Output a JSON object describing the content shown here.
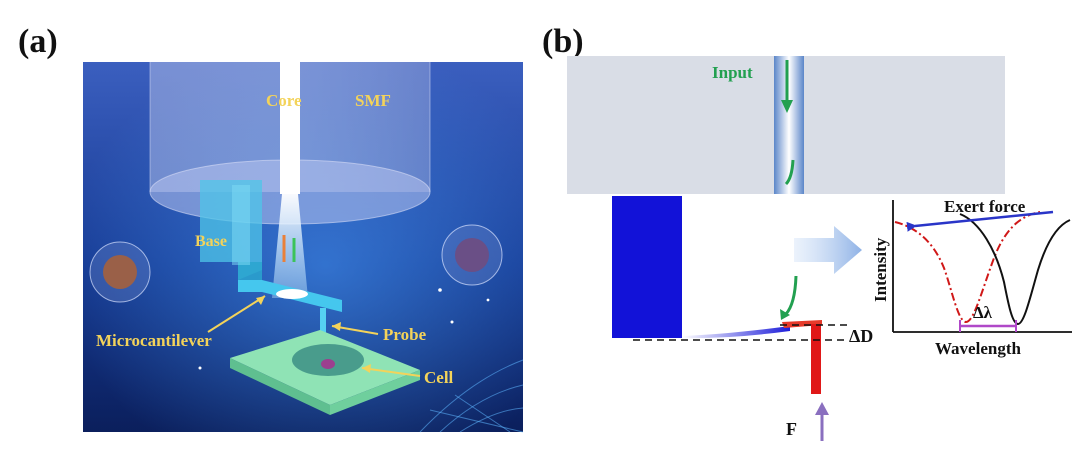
{
  "panels": {
    "a": {
      "label": "(a)",
      "labels": {
        "core": "Core",
        "smf": "SMF",
        "base": "Base",
        "microcantilever": "Microcantilever",
        "probe": "Probe",
        "cell": "Cell"
      }
    },
    "b": {
      "label": "(b)",
      "labels": {
        "input": "Input",
        "delta_d": "ΔD",
        "force": "F"
      },
      "spectrum": {
        "exert_force": "Exert force",
        "y_label": "Intensity",
        "x_label": "Wavelength",
        "delta_lambda": "Δλ"
      }
    }
  },
  "colors": {
    "label_yellow": "#f3d35a",
    "input_green": "#22a050",
    "cantilever_blue": "#1212d8",
    "probe_red": "#e01818",
    "arrow_purple": "#8a6fbf",
    "exert_arrow": "#2a35c8",
    "dip_red": "#d01818",
    "delta_lambda_bar": "#b048c8",
    "fiber_gray": "#d9dde6"
  }
}
